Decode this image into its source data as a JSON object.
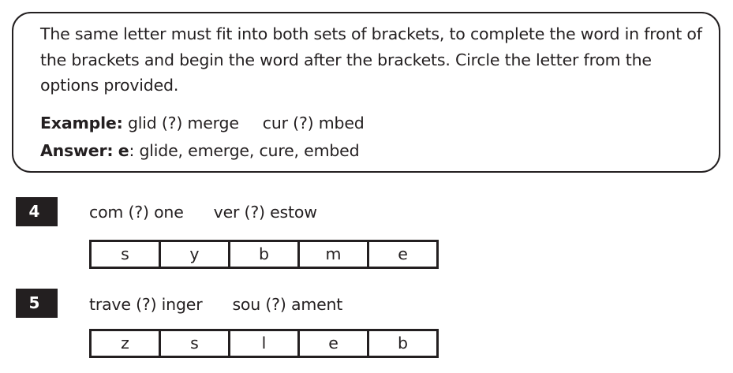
{
  "instructions": {
    "text": "The same letter must fit into both sets of brackets, to complete the word in front of the brackets and begin the word after the brackets. Circle the letter from the options provided.",
    "example_label": "Example:",
    "example_part1": "glid (?) merge",
    "example_part2": "cur (?) mbed",
    "answer_label": "Answer:",
    "answer_letter": "e",
    "answer_rest": ": glide, emerge, cure, embed"
  },
  "questions": [
    {
      "number": "4",
      "part1": "com (?) one",
      "part2": "ver (?) estow",
      "options": [
        "s",
        "y",
        "b",
        "m",
        "e"
      ]
    },
    {
      "number": "5",
      "part1": "trave (?) inger",
      "part2": "sou (?) ament",
      "options": [
        "z",
        "s",
        "l",
        "e",
        "b"
      ]
    }
  ],
  "colors": {
    "ink": "#231f20",
    "background": "#ffffff"
  }
}
